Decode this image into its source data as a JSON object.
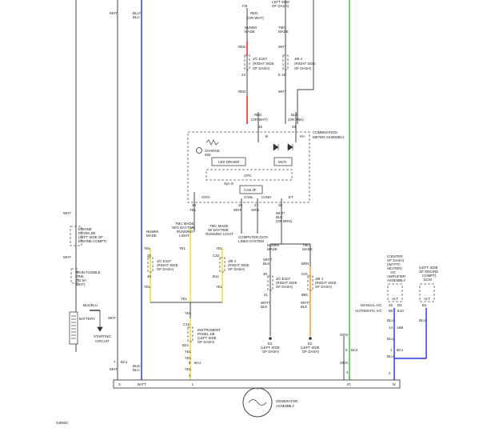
{
  "colors": {
    "wire_red": "#e8141a",
    "wire_blue": "#2430d6",
    "wire_green": "#2fc02f",
    "wire_yellow": "#f2dc1e",
    "wire_orange": "#f39a1a",
    "wire_black": "#333333",
    "background": "#ffffff"
  },
  "diagram": {
    "figure_number": "346920",
    "terminal_bar": {
      "labels": [
        "S",
        "BATT",
        "L",
        "IG",
        "M"
      ]
    },
    "top": {
      "lh_top": "LEFT SIDE",
      "lh_top2": "OF DASH)",
      "wht_top": "WHT",
      "blu_top1": "BLU/",
      "blu_top2": "BLU",
      "pin_f5": "F/5",
      "red_or_wht_top1": "RED",
      "red_or_wht_top2": "(OR WHT)",
      "nummi_made1": "NUMMI",
      "nummi_made2": "MADE",
      "tmc_made1": "TMC",
      "tmc_made2": "MADE",
      "red_l": "RED",
      "wht_r": "WHT",
      "jc_e107_1": "J/C E107",
      "jc_e107_2": "(RIGHT SIDE",
      "jc_e107_3": "OF DASH)",
      "jb4_1": "J/B 4",
      "jb4_2": "(RIGHT SIDE",
      "jb4_3": "OF DASH)",
      "pin_23": "23",
      "pin_e15": "E 15",
      "red_l2": "RED",
      "wht_r2": "WHT",
      "red_wht1": "RED",
      "red_wht2": "(OR WHT)",
      "blk_pnk1": "BLK",
      "blk_pnk2": "(OR PNK)",
      "pin_32": "32",
      "pin_33": "33"
    },
    "meter": {
      "title1": "COMBINATION",
      "title2": "METER ASSEMBLY",
      "pin_b": "B",
      "pin_igp": "IG+",
      "charge1": "CHARGE",
      "charge2": "IND",
      "led_driver": "LED DRIVER",
      "mvic": "MV/C",
      "cpu": "CPU",
      "syn_g": "Syn G",
      "can_if": "CAN I/F",
      "chg": "CHG-",
      "canl": "CANL",
      "canh": "CANH",
      "et": "ET",
      "pin_39": "39",
      "pin_20": "20",
      "pin_27": "27",
      "pin_35": "35"
    },
    "mid": {
      "yel_chg": "YEL",
      "wht_canl": "WHT",
      "grn_canh": "GRN",
      "wht_blk1": "WHT/",
      "wht_blk2": "BLK",
      "wht_blk3": "(OR BRN)",
      "computer1": "COMPUTER DATA",
      "computer2": "LINES SYSTEM",
      "tmc_wo1": "TMC MADE",
      "tmc_wo2": "W/O DAYTIME",
      "tmc_wo3": "RUNNING",
      "tmc_wo4": "LIGHT",
      "tmc_w1": "TMC MADE",
      "tmc_w2": "W/ DAYTIME",
      "tmc_w3": "RUNNING LIGHT",
      "nummi_l1": "NUMMI",
      "nummi_l2": "MADE",
      "nummi_r1": "NUMMI",
      "nummi_r2": "MADE",
      "tmc_r1": "TMC",
      "tmc_r2": "MADE",
      "yel1": "YEL",
      "yel2": "YEL",
      "yel3": "YEL",
      "pin_26": "26",
      "pin_c33": "C33",
      "jc_e107_1": "J/C E107",
      "jc_e107_2": "(RIGHT SIDE",
      "jc_e107_3": "OF DASH)",
      "jb4_1": "J/B 4",
      "jb4_2": "(RIGHT SIDE",
      "jb4_3": "OF DASH)",
      "pin_46": "46",
      "pin_b11": "B11",
      "yel4": "YEL",
      "yel5": "YEL",
      "yel6": "YEL",
      "yel7": "YEL",
      "wht_blk_m1": "WHT/",
      "wht_blk_m2": "BLK",
      "brn": "BRN",
      "pin_30": "30",
      "pin_c21": "C21",
      "jc_e107b_1": "J/C E107",
      "jc_e107b_2": "(RIGHT SIDE",
      "jc_e107b_3": "OF DASH)",
      "jb4b_1": "J/B 4",
      "jb4b_2": "(RIGHT SIDE",
      "jb4b_3": "OF DASH)",
      "pin_41": "41",
      "pin_b65": "B65",
      "wht_blk_b1": "WHT/",
      "wht_blk_b2": "BLK",
      "wht_blk_b3": "WHT/",
      "wht_blk_b4": "BLK",
      "e2_l1": "E2",
      "e2_l2": "(LEFT SIDE",
      "e2_l3": "OF DASH)",
      "e2_r1": "E2",
      "e2_r2": "(LEFT SIDE",
      "e2_r3": "OF DASH)",
      "c15": "C15",
      "ip1": "INSTRUMENT",
      "ip2": "PANEL J/B",
      "ip3": "(LEFT SIDE",
      "ip4": "OF DASH)",
      "pin_b24": "B24",
      "yel8": "YEL",
      "yel9": "YEL",
      "pin_8": "8",
      "ba1": "BA1",
      "yel10": "YEL",
      "pin_4": "4"
    },
    "left": {
      "wht1": "WHT",
      "fusible1": "ENGINE",
      "fusible2": "ROOM J/B",
      "fusible3": "(LEFT SIDE OF",
      "fusible4": "ENGINE COMPT)",
      "wht2": "WHT",
      "main_fuse1": "MAIN FUSIBLE",
      "main_fuse2": "LINK",
      "main_fuse3": "(32.5A",
      "main_fuse4": "WHT)",
      "blk_blu1": "BLK/BLU",
      "wht3": "WHT",
      "battery": "BATTERY",
      "starting1": "STARTING",
      "starting2": "CIRCUIT",
      "pin_7": "7",
      "ba1": "BA1",
      "blk": "BLK/",
      "blu": "BLU",
      "wht4": "WHT"
    },
    "right": {
      "center1": "(CENTER",
      "center2": "OF DASH)",
      "center3": "(W/ PTC",
      "center4": "HEATER)",
      "center5": "A/C",
      "center6": "AMPLIFIER",
      "center7": "ASSEMBLY",
      "engine1": "(LEFT SIDE",
      "engine2": "OF ENGINE",
      "engine3": "COMPT)",
      "engine4": "ECM",
      "alt1": "ALT",
      "alt2": "ALT",
      "manual": "MANUAL A/C",
      "automatic": "AUTOMATIC A/C",
      "pin_25": "25",
      "pin_b3": "B3",
      "pin_b0": "B0",
      "pin_e10": "E10",
      "pin_b1": "B1",
      "blu1": "BLU",
      "blu2": "BLU",
      "pin_14": "14",
      "ab9": "AB9",
      "blu3": "BLU",
      "pin_1": "1",
      "ba1r": "BA1",
      "blu4": "BLU",
      "grn1": "GRN",
      "grn2": "GRN",
      "pin_5": "5",
      "ba2": "BA2",
      "pin_3": "3",
      "pin_2": "2"
    },
    "generator": {
      "label1": "GENERATOR",
      "label2": "ASSEMBLY"
    }
  }
}
